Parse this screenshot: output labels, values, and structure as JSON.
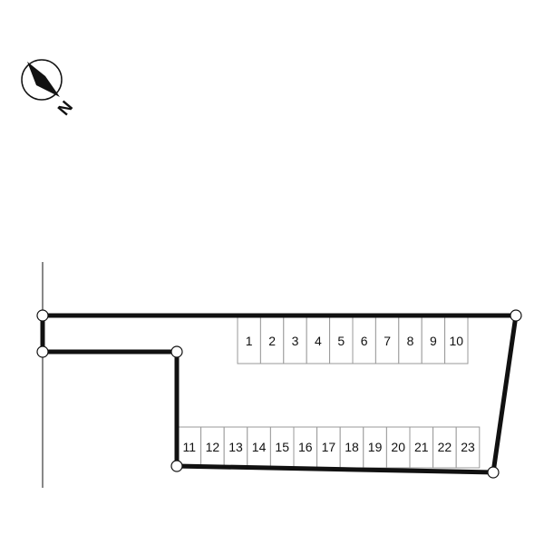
{
  "compass": {
    "letter": "N"
  },
  "colors": {
    "boundary": "#111111",
    "stall_border": "#999999",
    "background": "#ffffff"
  },
  "parking": {
    "top_row": [
      "1",
      "2",
      "3",
      "4",
      "5",
      "6",
      "7",
      "8",
      "9",
      "10"
    ],
    "bottom_row": [
      "11",
      "12",
      "13",
      "14",
      "15",
      "16",
      "17",
      "18",
      "19",
      "20",
      "21",
      "22",
      "23"
    ]
  }
}
